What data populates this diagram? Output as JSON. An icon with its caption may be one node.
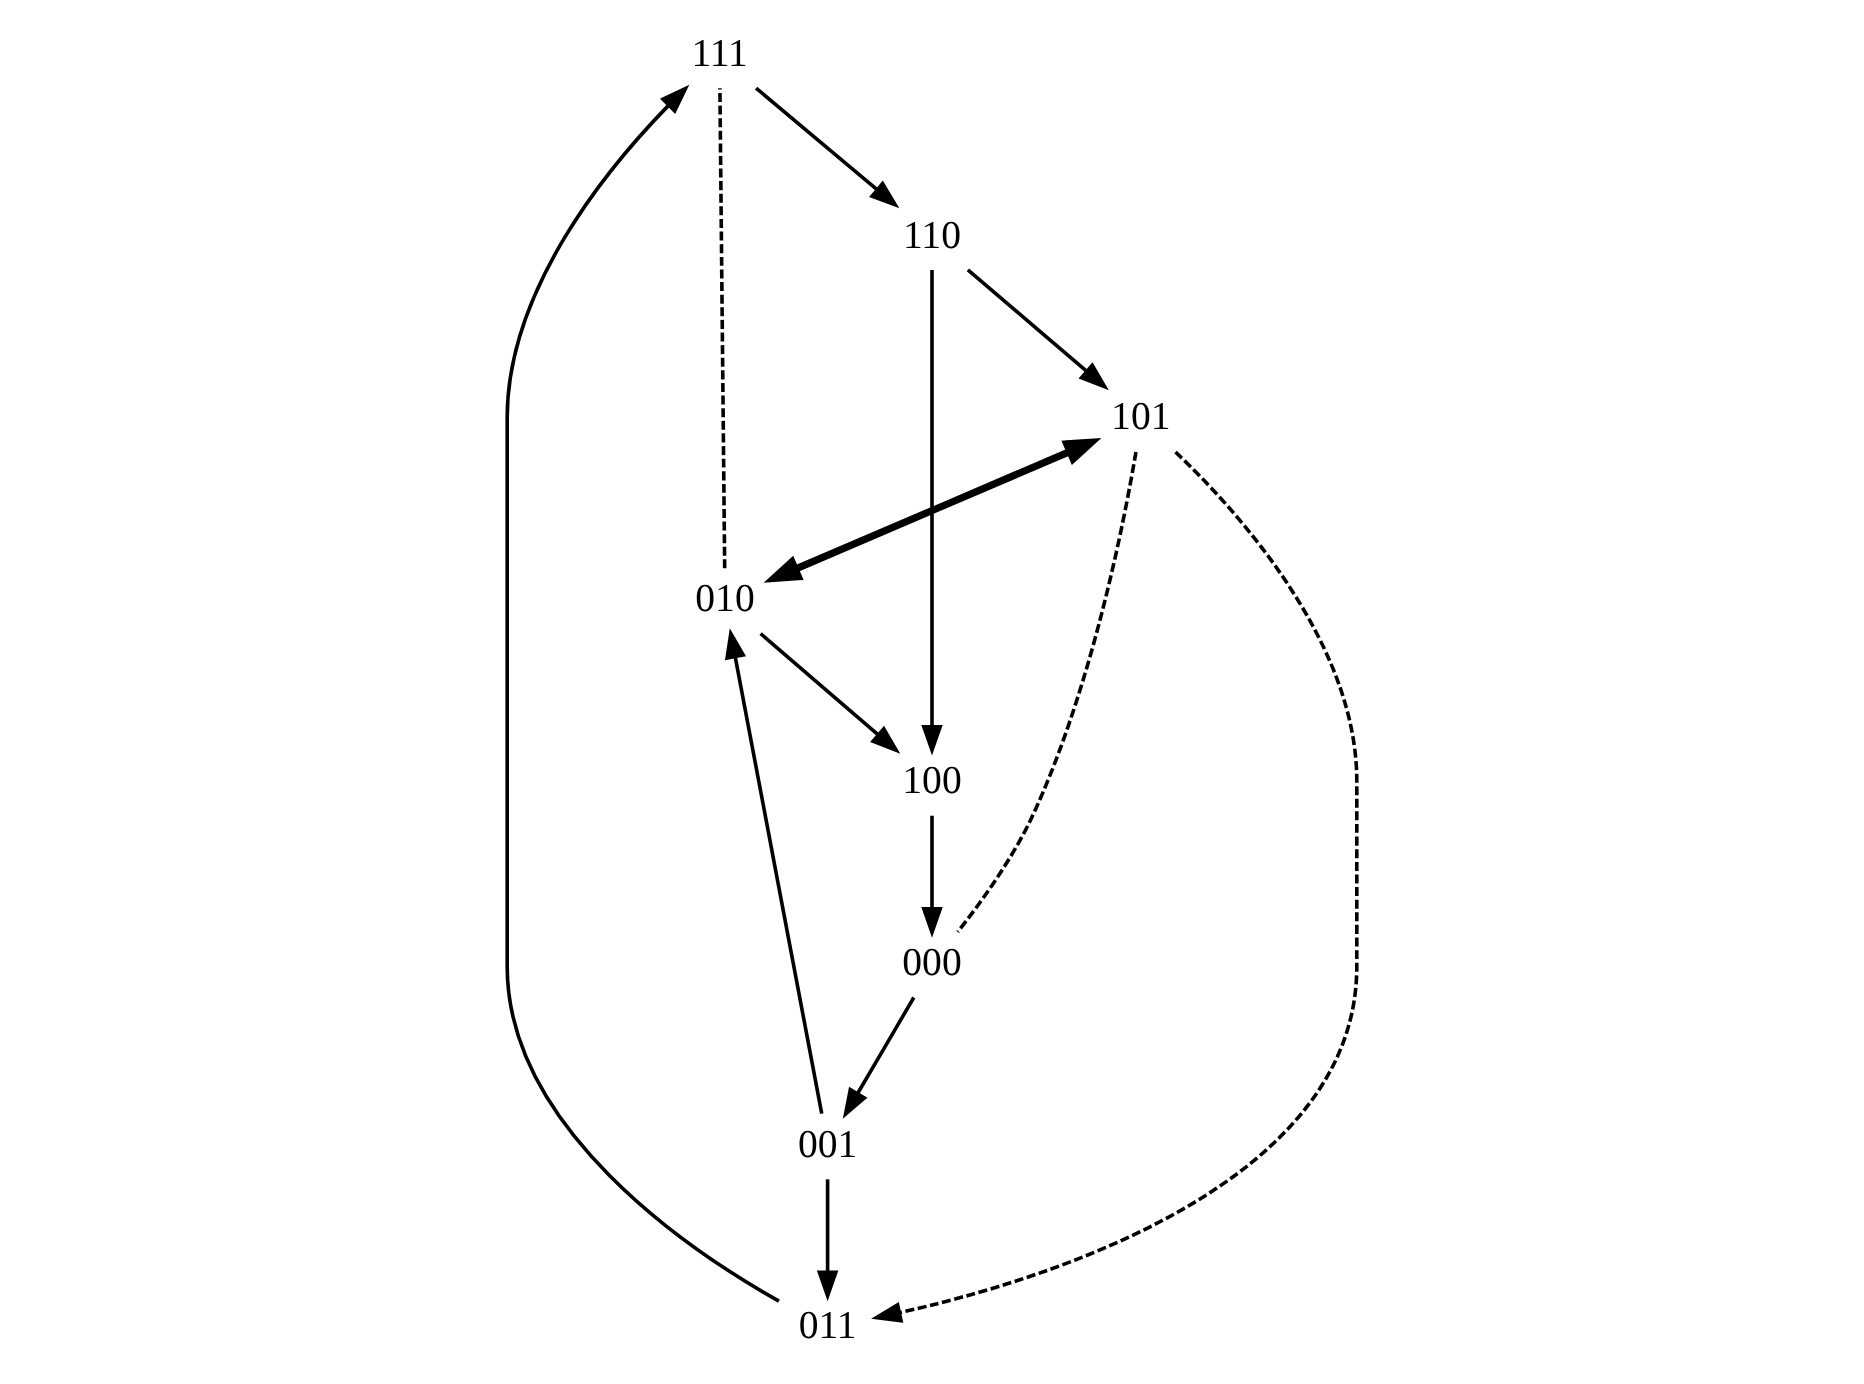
{
  "diagram": {
    "nodes": [
      {
        "text": [
          "111"
        ]
      },
      {
        "text": [
          "011"
        ]
      },
      {
        "text": [
          "010"
        ]
      },
      {
        "text": [
          "001"
        ]
      },
      {
        "text": [
          "101"
        ]
      },
      {
        "text": [
          "110"
        ]
      },
      {
        "text": [
          "100"
        ]
      },
      {
        "text": [
          "000"
        ]
      }
    ],
    "edges": [
      {
        "from": 1,
        "to": 0,
        "arrow": "to"
      },
      {
        "from": 0,
        "to": 5,
        "arrow": "to"
      },
      {
        "from": 5,
        "to": 4,
        "arrow": "to"
      },
      {
        "from": 4,
        "to": 1,
        "arrow": "to",
        "style": "dashed"
      },
      {
        "from": 3,
        "to": 1,
        "arrow": "to"
      },
      {
        "from": 3,
        "to": 2,
        "arrow": "to"
      },
      {
        "from": 7,
        "to": 3,
        "arrow": "to"
      },
      {
        "from": 2,
        "to": 6,
        "arrow": "to"
      },
      {
        "from": 6,
        "to": 7,
        "arrow": "to"
      },
      {
        "from": 5,
        "to": 6,
        "arrow": "to"
      },
      {
        "from": 4,
        "to": 2,
        "arrow": "both",
        "style": "thick"
      },
      {
        "from": 2,
        "to": 0,
        "arrow": "none",
        "style": "dashed"
      },
      {
        "from": 4,
        "to": 7,
        "arrow": "none",
        "style": "dashed"
      }
    ]
  }
}
